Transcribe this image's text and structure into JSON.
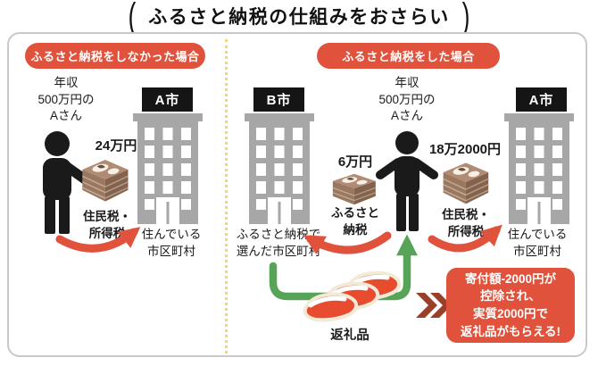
{
  "header": {
    "paren_open": "(",
    "title": "ふるさと納税の仕組みをおさらい",
    "paren_close": ")"
  },
  "colors": {
    "accent_red": "#e0523c",
    "gift_green": "#57a357",
    "building_gray": "#a7a7a7",
    "divider_yellow": "#e5d78c",
    "chevron_brown": "#993f2a"
  },
  "left_case": {
    "banner": "ふるさと納税をしなかった場合",
    "person_caption": "年収\n500万円の\nAさん",
    "tax_amount": "24万円",
    "tax_label": "住民税・\n所得税",
    "city_badge": "A市",
    "city_caption": "住んでいる\n市区町村"
  },
  "right_case": {
    "banner": "ふるさと納税をした場合",
    "donation_city_badge": "B市",
    "donation_city_caption": "ふるさと納税で\n選んだ市区町村",
    "person_caption": "年収\n500万円の\nAさん",
    "donation_amount": "6万円",
    "donation_label": "ふるさと\n納税",
    "tax_amount": "18万2000円",
    "tax_label": "住民税・\n所得税",
    "home_city_badge": "A市",
    "home_city_caption": "住んでいる\n市区町村",
    "gift_label": "返礼品",
    "benefit_note": "寄付額-2000円が\n控除され、\n実質2000円で\n返礼品がもらえる!"
  }
}
